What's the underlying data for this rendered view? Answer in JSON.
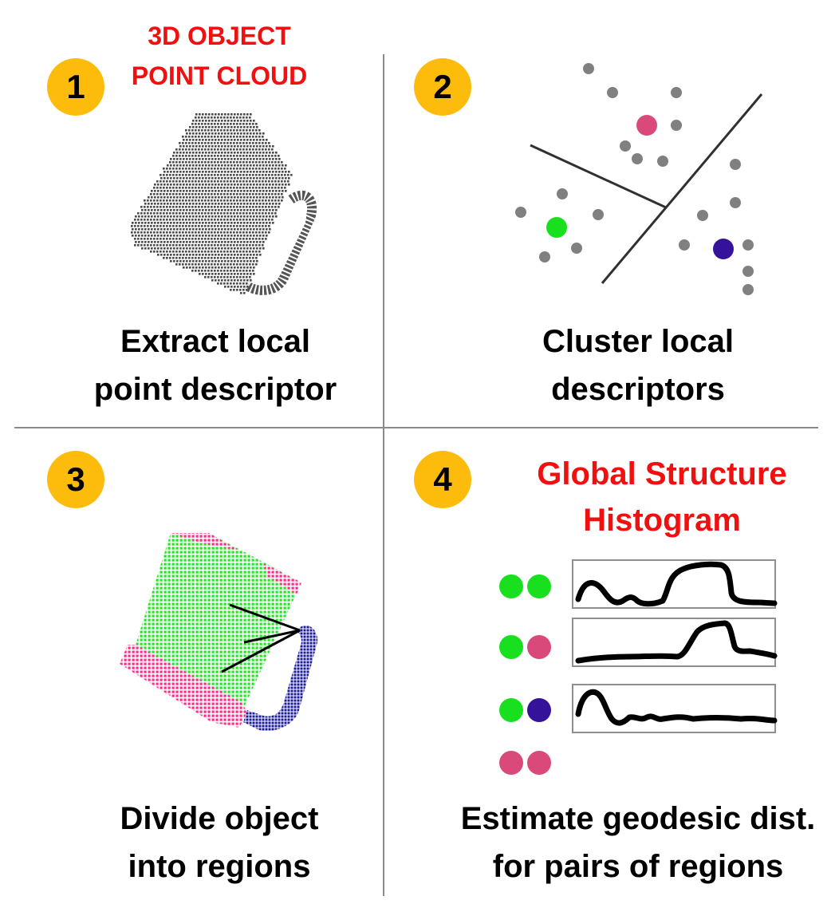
{
  "colors": {
    "badge": "#FDBB0B",
    "red_text": "#F01010",
    "cluster_pink": "#D94A7A",
    "cluster_green": "#19E01E",
    "cluster_purple": "#34139A",
    "gray_point": "#808080",
    "region_green": "#22E622",
    "region_pink": "#FF2B8A",
    "region_blue": "#1A1A9A"
  },
  "panels": {
    "p1": {
      "number": "1",
      "title_line1": "3D OBJECT",
      "title_line2": "POINT CLOUD",
      "caption_line1": "Extract local",
      "caption_line2": "point descriptor",
      "image_icon": "mug-point-cloud-icon"
    },
    "p2": {
      "number": "2",
      "caption_line1": "Cluster local",
      "caption_line2": "descriptors",
      "image_icon": "cluster-scatter-icon"
    },
    "p3": {
      "number": "3",
      "caption_line1": "Divide object",
      "caption_line2": "into regions",
      "image_icon": "segmented-mug-icon"
    },
    "p4": {
      "number": "4",
      "title_line1": "Global Structure",
      "title_line2": "Histogram",
      "caption_line1": "Estimate geodesic dist.",
      "caption_line2": "for pairs of regions",
      "pairs": [
        {
          "a": "green",
          "b": "green",
          "has_histogram": true
        },
        {
          "a": "green",
          "b": "pink",
          "has_histogram": true
        },
        {
          "a": "green",
          "b": "purple",
          "has_histogram": true
        },
        {
          "a": "pink",
          "b": "pink",
          "has_histogram": false
        }
      ]
    }
  }
}
